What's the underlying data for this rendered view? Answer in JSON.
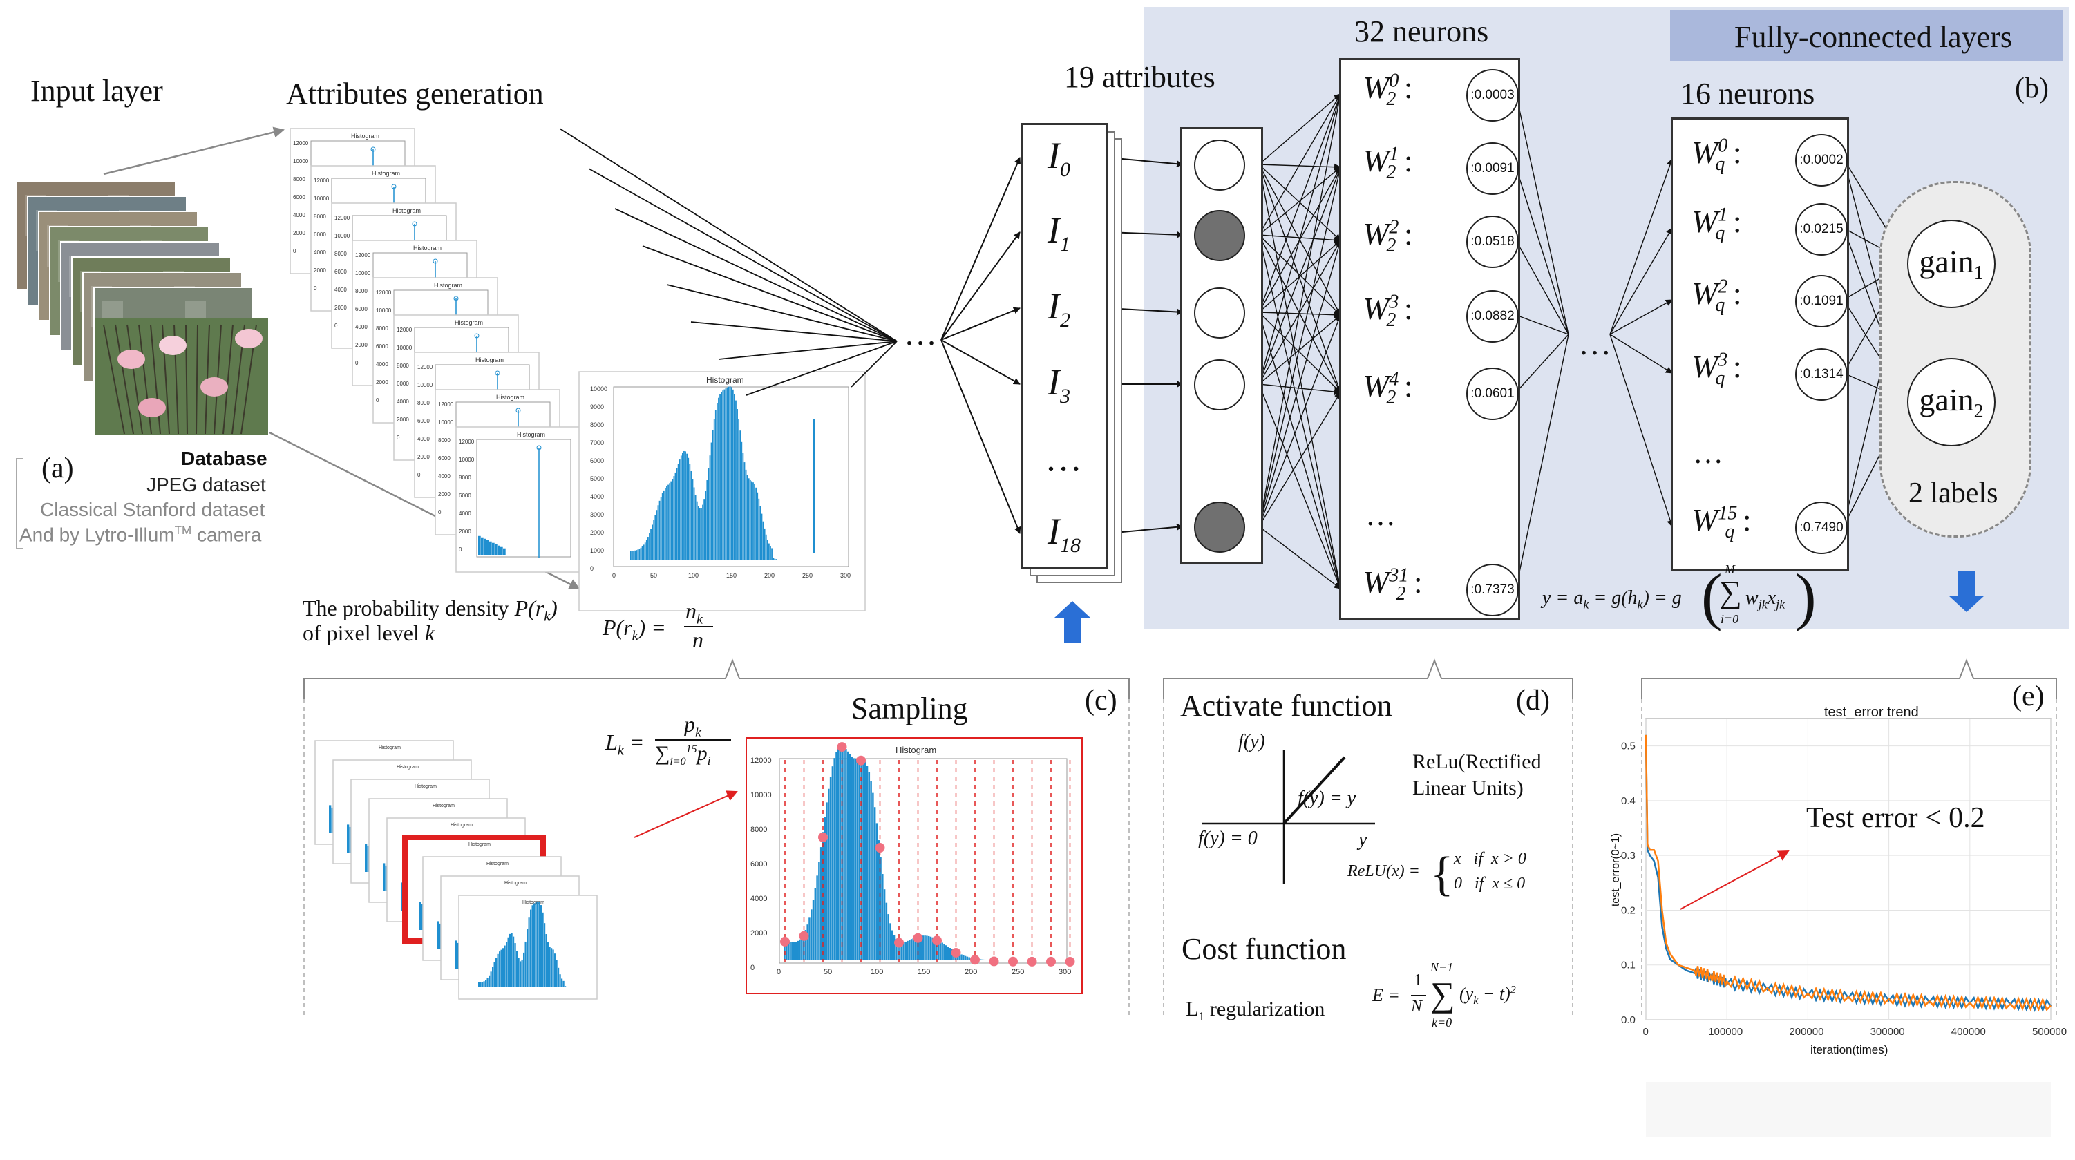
{
  "input_section": {
    "title": "Input layer",
    "label": "(a)",
    "db_title": "Database",
    "db_lines": [
      "JPEG dataset",
      "Classical  Stanford dataset",
      "And by Lytro-Illum",
      "camera"
    ],
    "db_tm": "TM"
  },
  "attributes_section": {
    "title": "Attributes generation",
    "histogram_title": "Histogram",
    "y_ticks": [
      "12000",
      "10000",
      "8000",
      "6000",
      "4000",
      "2000",
      "0"
    ],
    "big_y_ticks": [
      "10000",
      "9000",
      "8000",
      "7000",
      "6000",
      "5000",
      "4000",
      "3000",
      "2000",
      "1000",
      "0"
    ],
    "big_x_ticks": [
      "0",
      "50",
      "100",
      "150",
      "200",
      "250",
      "300"
    ],
    "prob_text_1": "The probability density",
    "prob_text_2": "of pixel level",
    "prob_var_P": "P(r",
    "prob_var_sub": "k",
    "prob_var_close": ")",
    "prob_k": "k",
    "formula_lhs": "P(r",
    "formula_sub": "k",
    "formula_eq": ") =",
    "formula_num": "n",
    "formula_num_sub": "k",
    "formula_den": "n"
  },
  "network": {
    "attributes_title": "19 attributes",
    "inputs": [
      {
        "base": "I",
        "sub": "0"
      },
      {
        "base": "I",
        "sub": "1"
      },
      {
        "base": "I",
        "sub": "2"
      },
      {
        "base": "I",
        "sub": "3"
      },
      {
        "base": "…",
        "sub": ""
      },
      {
        "base": "I",
        "sub": "18"
      }
    ],
    "ellipsis": "…",
    "hidden1_title": "32  neurons",
    "hidden1": [
      {
        "base": "W",
        "sub": "2",
        "sup": "0",
        "value": "0.0003"
      },
      {
        "base": "W",
        "sub": "2",
        "sup": "1",
        "value": "0.0091"
      },
      {
        "base": "W",
        "sub": "2",
        "sup": "2",
        "value": "0.0518"
      },
      {
        "base": "W",
        "sub": "2",
        "sup": "3",
        "value": "0.0882"
      },
      {
        "base": "W",
        "sub": "2",
        "sup": "4",
        "value": "0.0601"
      },
      {
        "base": "W",
        "sub": "2",
        "sup": "31",
        "value": "0.7373"
      }
    ],
    "value_prefix": ":",
    "fc_title": "Fully-connected layers",
    "fc_label": "(b)",
    "hidden2_title": "16 neurons",
    "hidden2": [
      {
        "base": "W",
        "sub": "q",
        "sup": "0",
        "value": "0.0002"
      },
      {
        "base": "W",
        "sub": "q",
        "sup": "1",
        "value": "0.0215"
      },
      {
        "base": "W",
        "sub": "q",
        "sup": "2",
        "value": "0.1091"
      },
      {
        "base": "W",
        "sub": "q",
        "sup": "3",
        "value": "0.1314"
      },
      {
        "base": "W",
        "sub": "q",
        "sup": "15",
        "value": "0.7490"
      }
    ],
    "outputs": [
      {
        "base": "gain",
        "sub": "1"
      },
      {
        "base": "gain",
        "sub": "2"
      }
    ],
    "output_caption": "2 labels",
    "activation_formula": "y = a",
    "activation_formula_sub": "k",
    "activation_formula_rest": " = g(h",
    "activation_formula_sub2": "k",
    "activation_formula_rest2": ") = g",
    "sum_top": "M",
    "sum_bottom": "i=0",
    "sum_term": "w",
    "sum_term_sub": "jk",
    "sum_term2": "x",
    "sum_term2_sub": "jk"
  },
  "sampling_section": {
    "label": "(c)",
    "title": "Sampling",
    "formula_lhs": "L",
    "formula_lhs_sub": "k",
    "formula_num": "p",
    "formula_num_sub": "k",
    "formula_den_sum": "∑",
    "formula_den_top": "15",
    "formula_den_bottom": "i=0",
    "formula_den_term": "p",
    "formula_den_term_sub": "i",
    "histogram_title": "Histogram",
    "y_ticks": [
      "12000",
      "10000",
      "8000",
      "6000",
      "4000",
      "2000",
      "0"
    ],
    "x_ticks": [
      "0",
      "50",
      "100",
      "150",
      "200",
      "250",
      "300"
    ]
  },
  "activation_section": {
    "label": "(d)",
    "title": "Activate function",
    "relu_name_1": "ReLu(Rectified",
    "relu_name_2": "Linear Units)",
    "axis_fy": "f(y)",
    "axis_y": "y",
    "line_label": "f(y) = y",
    "zero_label": "f(y) = 0",
    "relu_def_lhs": "ReLU(x) =",
    "relu_case1": "x   if  x > 0",
    "relu_case2": "0   if  x ≤ 0",
    "cost_title": "Cost function",
    "reg_label": "L",
    "reg_sub": "1",
    "reg_rest": " regularization",
    "cost_lhs": "E =",
    "cost_frac_num": "1",
    "cost_frac_den": "N",
    "cost_sum_top": "N−1",
    "cost_sum_bottom": "k=0",
    "cost_term": "(y",
    "cost_term_sub": "k",
    "cost_term_rest": " − t)",
    "cost_term_sup": "2"
  },
  "test_error_section": {
    "label": "(e)",
    "title": "test_error trend",
    "annotation": "Test error < 0.2",
    "ylabel": "test_error(0~1)",
    "xlabel": "iteration(times)"
  },
  "chart_data": {
    "type": "line",
    "title": "test_error trend",
    "xlabel": "iteration(times)",
    "ylabel": "test_error(0~1)",
    "xlim": [
      0,
      500000
    ],
    "ylim": [
      0,
      0.55
    ],
    "x_ticks": [
      "0",
      "100000",
      "200000",
      "300000",
      "400000",
      "500000"
    ],
    "y_ticks": [
      "0.0",
      "0.1",
      "0.2",
      "0.3",
      "0.4",
      "0.5"
    ],
    "grid": true,
    "series": [
      {
        "color": "#1f77b4",
        "x": [
          0,
          2000,
          5000,
          10000,
          15000,
          20000,
          25000,
          30000,
          40000,
          50000,
          60000,
          80000,
          100000,
          150000,
          200000,
          250000,
          300000,
          350000,
          400000,
          450000,
          500000
        ],
        "y": [
          0.52,
          0.31,
          0.3,
          0.29,
          0.26,
          0.17,
          0.13,
          0.11,
          0.1,
          0.09,
          0.085,
          0.075,
          0.065,
          0.055,
          0.045,
          0.04,
          0.035,
          0.032,
          0.03,
          0.028,
          0.025
        ]
      },
      {
        "color": "#ff7f0e",
        "x": [
          0,
          2000,
          5000,
          10000,
          15000,
          20000,
          25000,
          30000,
          40000,
          50000,
          60000,
          80000,
          100000,
          150000,
          200000,
          250000,
          300000,
          350000,
          400000,
          450000,
          500000
        ],
        "y": [
          0.52,
          0.32,
          0.31,
          0.31,
          0.29,
          0.2,
          0.14,
          0.12,
          0.1,
          0.095,
          0.09,
          0.08,
          0.07,
          0.058,
          0.048,
          0.042,
          0.038,
          0.034,
          0.031,
          0.029,
          0.026
        ]
      }
    ]
  },
  "colors": {
    "panel_bg": "#dde3f0",
    "fc_header": "#aab8dc",
    "bar_blue": "#1f8fd0",
    "arrow_blue": "#2a6fd6",
    "sample_red": "#e02020",
    "sample_dot": "#f07080",
    "neuron_fill": "#707070"
  }
}
